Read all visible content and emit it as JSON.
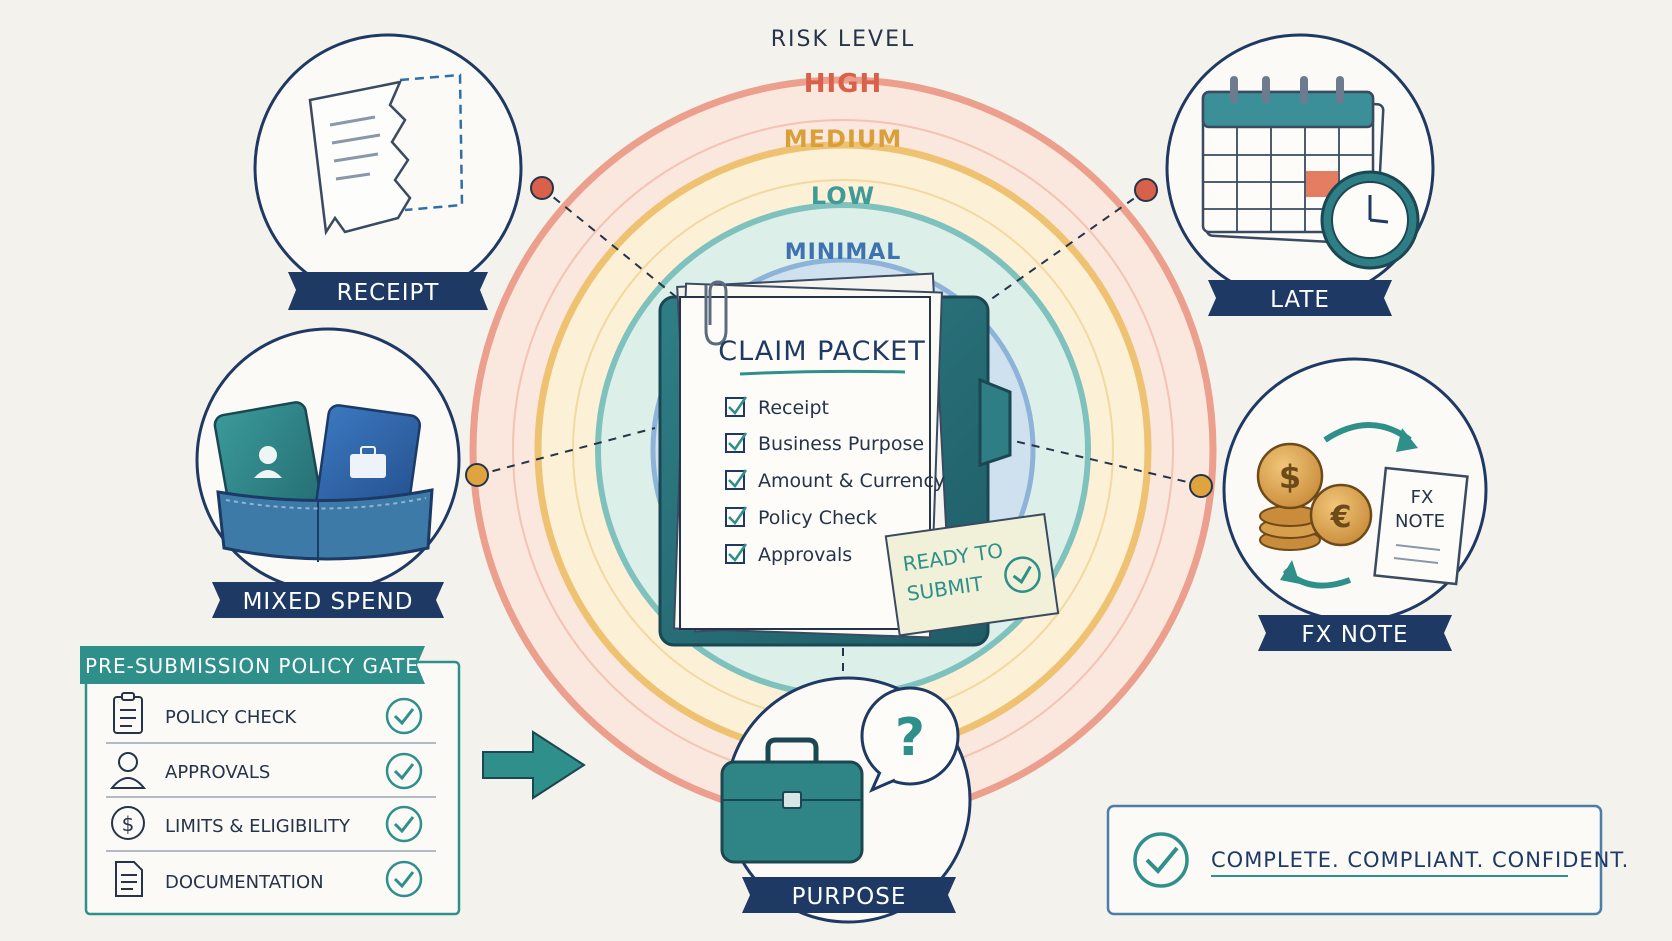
{
  "risk_panel": {
    "title": "RISK LEVEL",
    "levels": [
      {
        "label": "HIGH",
        "color": "#d9614b"
      },
      {
        "label": "MEDIUM",
        "color": "#d9a03a"
      },
      {
        "label": "LOW",
        "color": "#3f9b98"
      },
      {
        "label": "MINIMAL",
        "color": "#3f72b0"
      }
    ]
  },
  "claim_packet": {
    "title": "CLAIM PACKET",
    "items": [
      "Receipt",
      "Business Purpose",
      "Amount & Currency",
      "Policy Check",
      "Approvals"
    ],
    "sticky_line1": "READY TO",
    "sticky_line2": "SUBMIT"
  },
  "risk_factors": [
    {
      "label": "RECEIPT",
      "icon": "torn-receipt-icon",
      "dot_color": "#d9614b"
    },
    {
      "label": "LATE",
      "icon": "calendar-clock-icon",
      "dot_color": "#d9614b"
    },
    {
      "label": "MIXED SPEND",
      "icon": "cards-wallet-icon",
      "dot_color": "#e0a43e"
    },
    {
      "label": "FX NOTE",
      "icon": "coins-exchange-icon",
      "dot_color": "#e0a43e"
    },
    {
      "label": "PURPOSE",
      "icon": "briefcase-question-icon",
      "dot_color": "#4fa7a3"
    }
  ],
  "fx_note_doc": {
    "line1": "FX",
    "line2": "NOTE"
  },
  "policy_gate": {
    "title": "PRE-SUBMISSION POLICY GATE",
    "items": [
      {
        "label": "POLICY CHECK",
        "icon": "clipboard-icon"
      },
      {
        "label": "APPROVALS",
        "icon": "person-icon"
      },
      {
        "label": "LIMITS & ELIGIBILITY",
        "icon": "dollar-icon"
      },
      {
        "label": "DOCUMENTATION",
        "icon": "document-icon"
      }
    ]
  },
  "tagline": "COMPLETE. COMPLIANT. CONFIDENT.",
  "colors": {
    "navy": "#1e3a64",
    "teal": "#2f8f8b",
    "paper": "#f4f2ec",
    "ink": "#26344a"
  }
}
